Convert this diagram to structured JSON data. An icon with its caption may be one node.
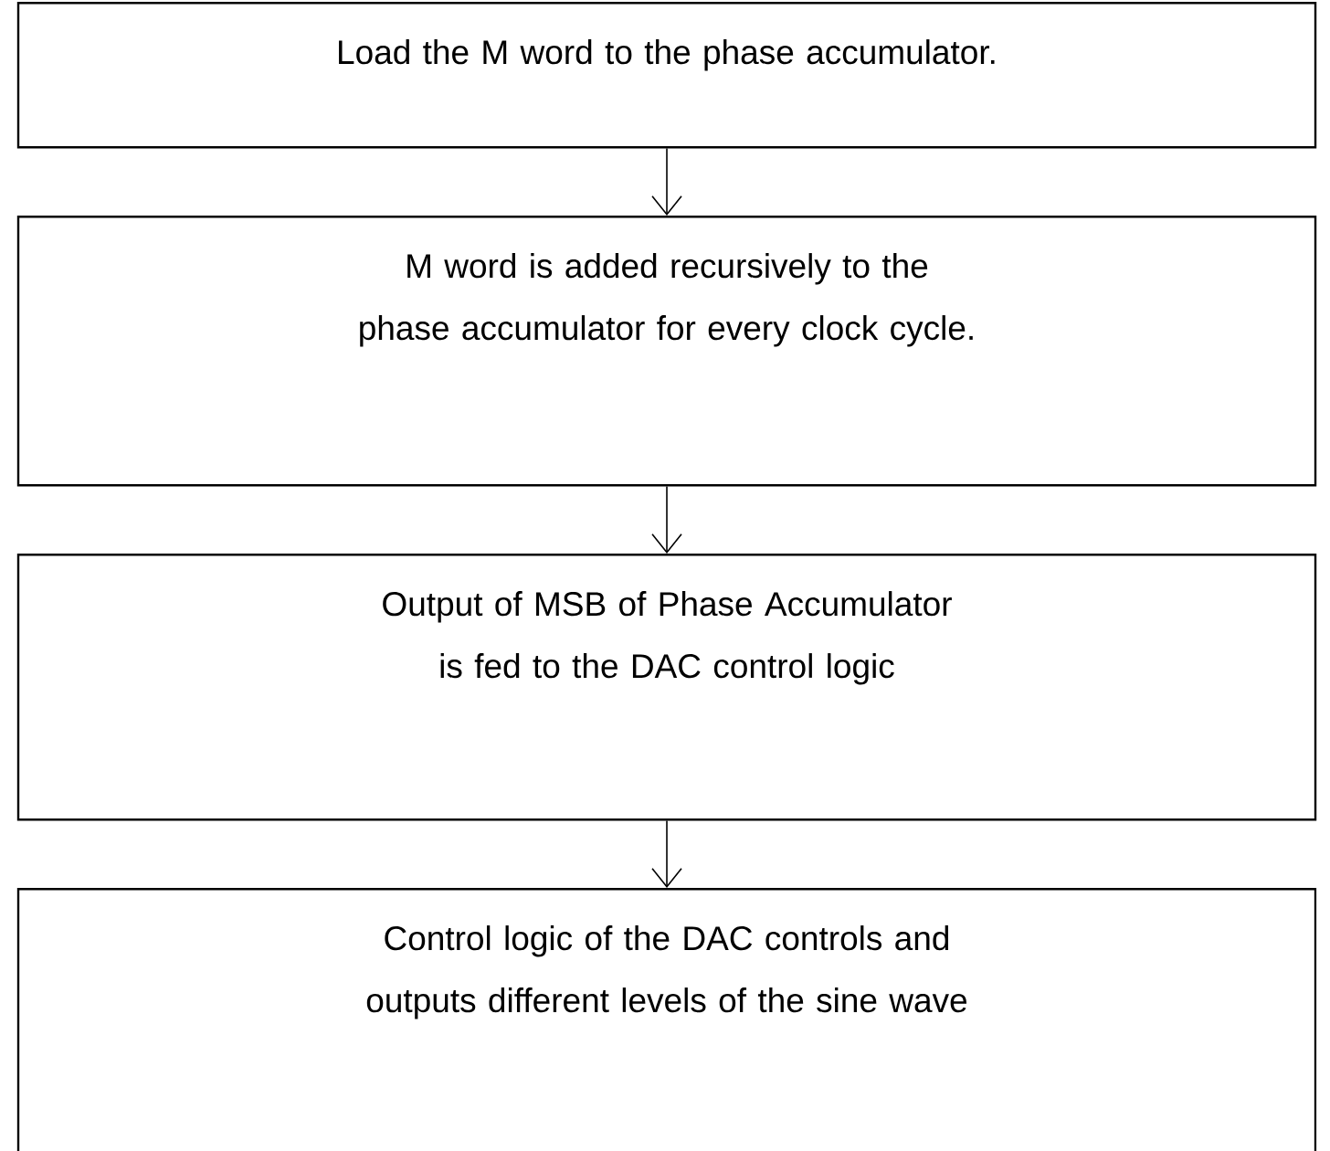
{
  "diagram": {
    "nodes": [
      {
        "text": [
          "Load the M word to the phase accumulator."
        ]
      },
      {
        "text": [
          "M word is added recursively to the phase accumulator for every clock cycle."
        ]
      },
      {
        "text": [
          "Output of MSB of Phase Accumulator is fed to the DAC control logic"
        ]
      },
      {
        "text": [
          "Control logic of the DAC controls and outputs different levels of the sine wave"
        ]
      }
    ],
    "edges": [
      {
        "from": 0,
        "to": 1,
        "arrow": "to"
      },
      {
        "from": 1,
        "to": 2,
        "arrow": "to"
      },
      {
        "from": 2,
        "to": 3,
        "arrow": "to"
      }
    ]
  }
}
